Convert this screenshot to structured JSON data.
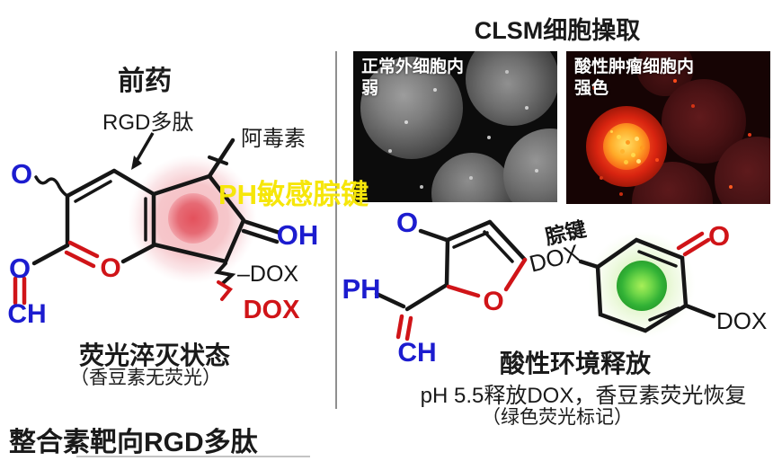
{
  "left_panel": {
    "prodrug_title": "前药",
    "rgd_label": "RGD多肽",
    "toxin_label": "阿毒素",
    "ph_sensitive_label": "PH敏感腙键",
    "quenched_title": "荧光淬灭状态",
    "quenched_subtitle": "（香豆素无荧光）",
    "integrin_label": "整合素靶向RGD多肽"
  },
  "right_panel": {
    "clsm_title": "CLSM细胞操取",
    "normal_image_label_line1": "正常外细胞内",
    "normal_image_label_line2": "弱",
    "tumor_image_label_line1": "酸性肿瘤细胞内",
    "tumor_image_label_line2": "强色",
    "release_title": "酸性环境释放",
    "release_line1": "pH 5.5释放DOX，香豆素荧光恢复",
    "release_line2": "（绿色荧光标记）"
  },
  "atoms": {
    "o": "O",
    "oh": "OH",
    "ch": "CH",
    "ph": "PH",
    "dox": "DOX",
    "dox_dash": "–DOX",
    "hydrazone_label": "腙键"
  },
  "colors": {
    "atom_blue": "#1c1ccf",
    "atom_red": "#d01418",
    "bond_black": "#161616",
    "highlight_yellow": "#f6e60a",
    "quench_glow_pink": "#f5bfc4",
    "release_glow_green": "#6fd648"
  }
}
